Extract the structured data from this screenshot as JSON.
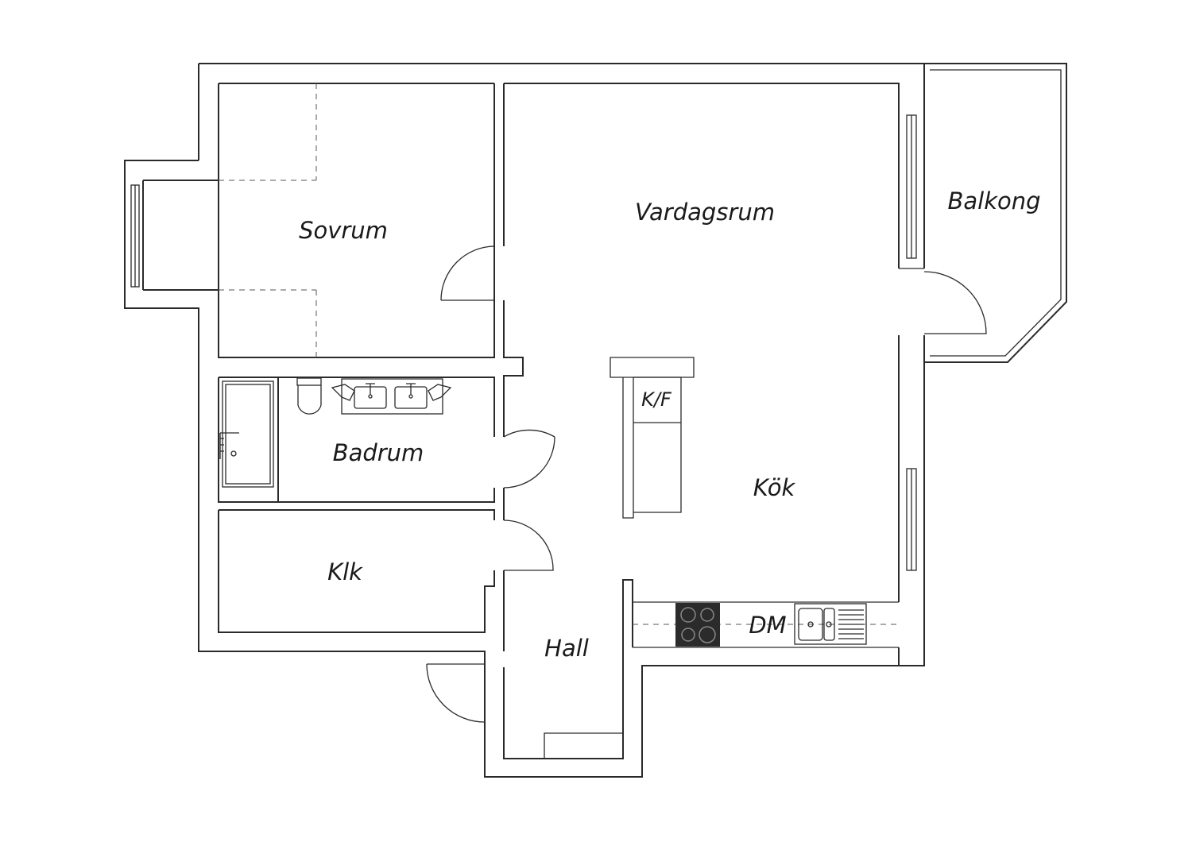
{
  "rooms": {
    "sovrum": "Sovrum",
    "vardagsrum": "Vardagsrum",
    "balkong": "Balkong",
    "badrum": "Badrum",
    "kok": "Kök",
    "klk": "Klk",
    "hall": "Hall"
  },
  "appliances": {
    "kf": "K/F",
    "dm": "DM"
  },
  "colors": {
    "line": "#2a2a2a",
    "background": "#ffffff",
    "stove": "#2b2b2b"
  }
}
